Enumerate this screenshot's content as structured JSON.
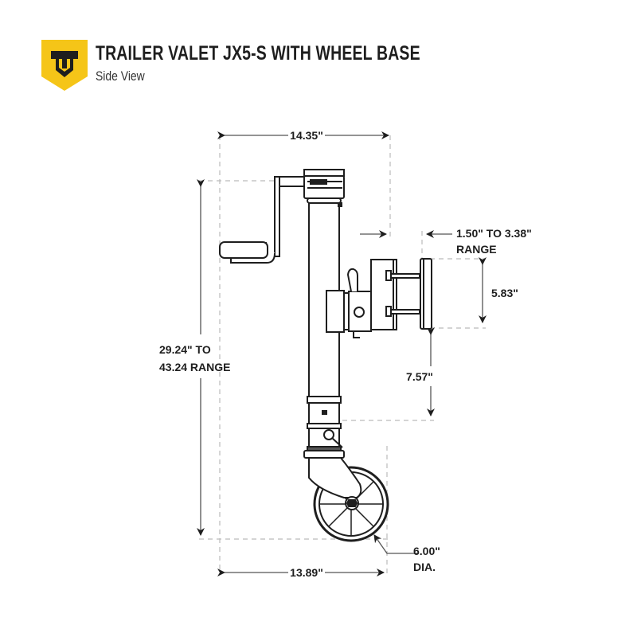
{
  "header": {
    "title": "TRAILER VALET JX5-S WITH WHEEL BASE",
    "subtitle": "Side View",
    "logo_icon": "trailer-valet-shield-logo",
    "brand_color": "#F5C518",
    "logo_mark_color": "#1E1E1E"
  },
  "dimensions": {
    "overall_width_top": "14.35\"",
    "overall_width_bottom": "13.89\"",
    "height_range_line1": "29.24\" TO",
    "height_range_line2": "43.24 RANGE",
    "mount_range_line1": "1.50\" TO 3.38\"",
    "mount_range_line2": "RANGE",
    "bracket_height": "5.83\"",
    "bracket_to_foot": "7.57\"",
    "wheel_diameter_line1": "6.00\"",
    "wheel_diameter_line2": "DIA."
  },
  "colors": {
    "line": "#1E1E1E",
    "dim_line": "#555555",
    "guide_dash": "#BBBBBB"
  }
}
